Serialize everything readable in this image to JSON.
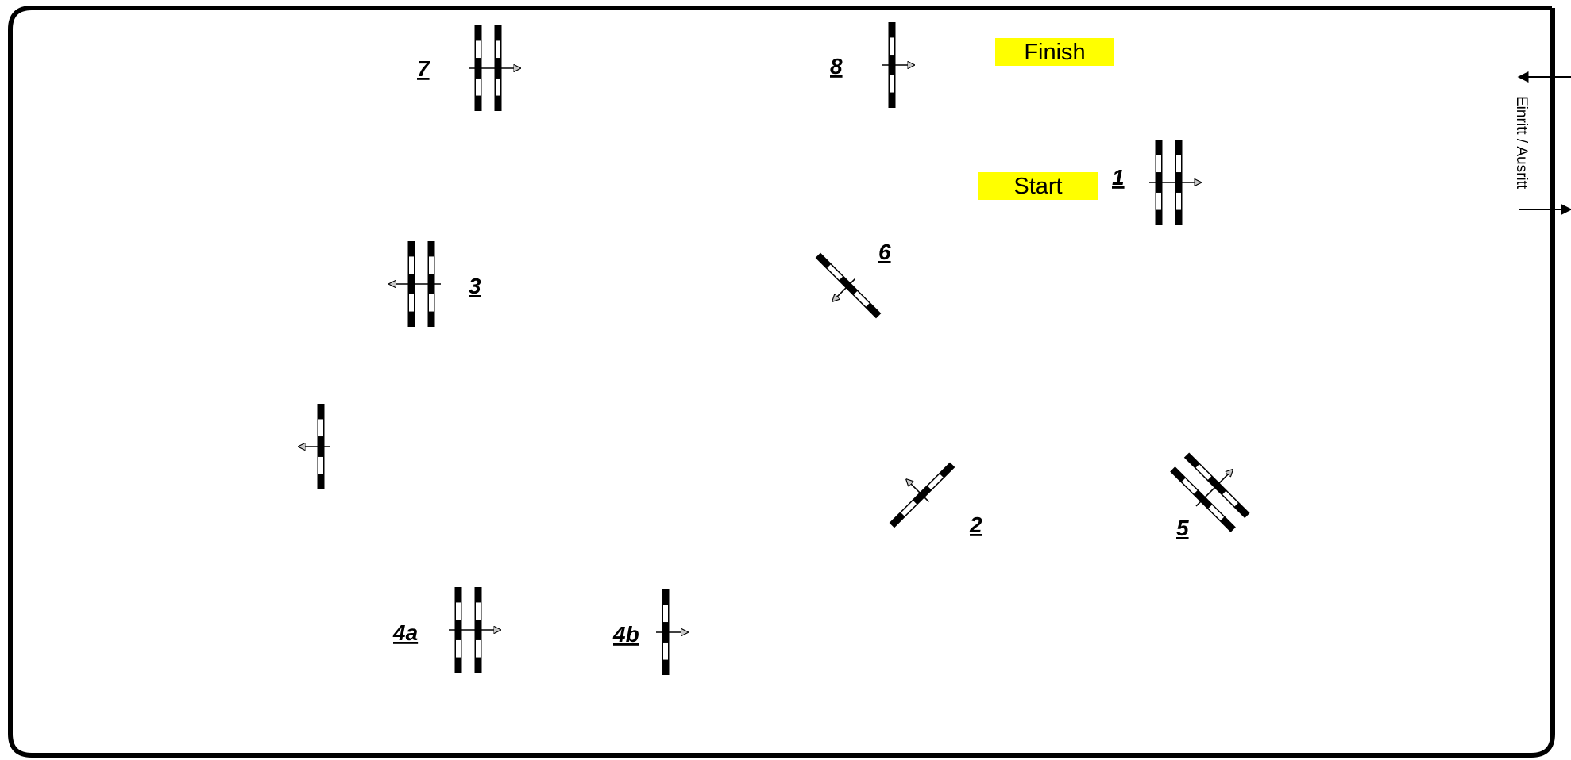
{
  "arena": {
    "entry_exit_label": "Einritt / Ausritt",
    "start_label": "Start",
    "finish_label": "Finish",
    "colors": {
      "tag_fill": "#ffff00",
      "pole": "#000000",
      "pole_band": "#ffffff",
      "arrow_fill": "#c8c8c8",
      "border": "#000000"
    }
  },
  "obstacles": [
    {
      "id": "1",
      "label": "1",
      "type": "oxer",
      "direction": "right"
    },
    {
      "id": "2",
      "label": "2",
      "type": "vertical",
      "direction": "up-left"
    },
    {
      "id": "3",
      "label": "3",
      "type": "oxer",
      "direction": "left"
    },
    {
      "id": "4a",
      "label": "4a",
      "type": "oxer",
      "direction": "right"
    },
    {
      "id": "4b",
      "label": "4b",
      "type": "vertical",
      "direction": "right"
    },
    {
      "id": "5",
      "label": "5",
      "type": "oxer",
      "direction": "up-right"
    },
    {
      "id": "6",
      "label": "6",
      "type": "vertical",
      "direction": "down-left"
    },
    {
      "id": "7",
      "label": "7",
      "type": "oxer",
      "direction": "right"
    },
    {
      "id": "8",
      "label": "8",
      "type": "vertical",
      "direction": "right"
    },
    {
      "id": "u1",
      "label": "",
      "type": "vertical",
      "direction": "left"
    }
  ]
}
